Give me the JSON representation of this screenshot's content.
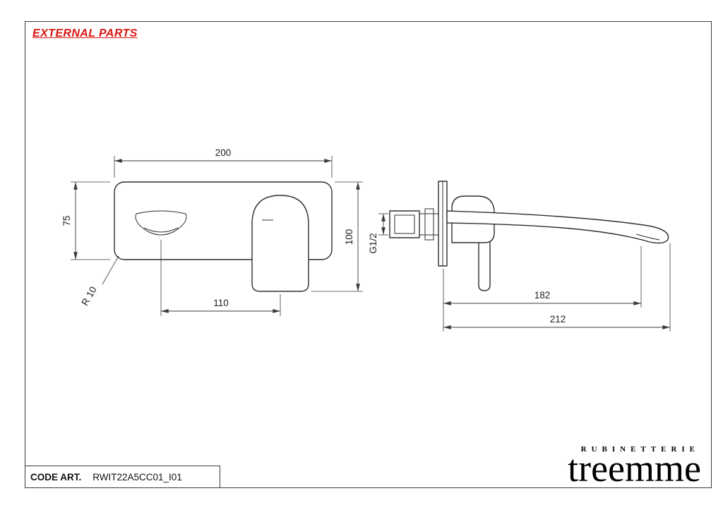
{
  "title": "EXTERNAL PARTS",
  "front_view": {
    "dim_width": "200",
    "dim_plate_height": "75",
    "dim_total_height": "100",
    "dim_spout_to_handle": "110",
    "dim_corner_radius": "R 10"
  },
  "side_view": {
    "dim_inlet_thread": "G1/2",
    "dim_spout_reach": "182",
    "dim_total_reach": "212"
  },
  "code_art": {
    "label": "CODE ART.",
    "value": "RWIT22A5CC01_I01"
  },
  "logo": {
    "subtitle": "RUBINETTERIE",
    "name": "treemme"
  },
  "colors": {
    "accent_red": "#d9150f",
    "line_color": "#2e2e2e"
  }
}
